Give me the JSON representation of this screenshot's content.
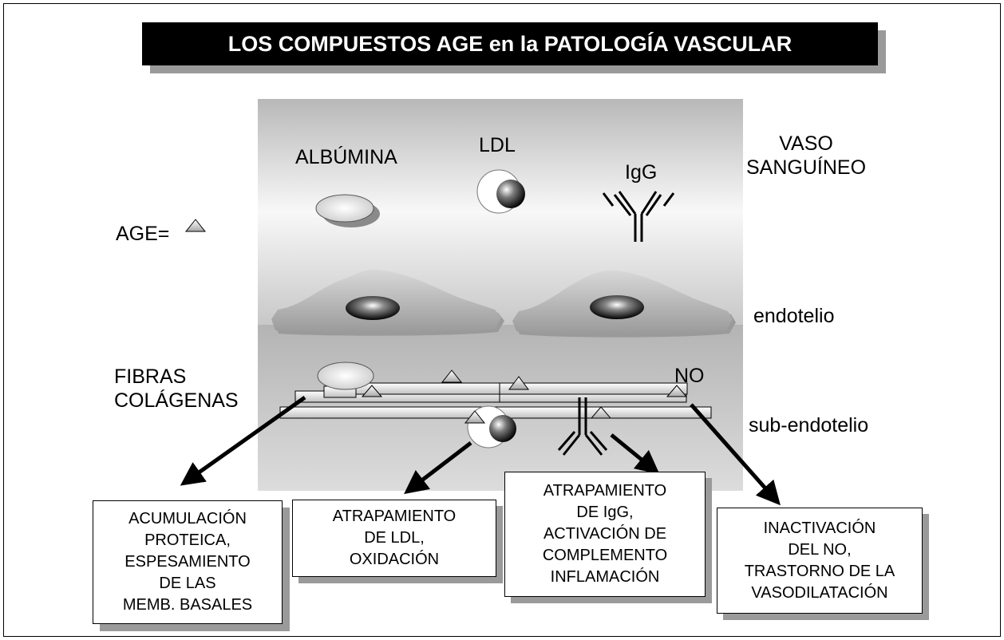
{
  "title": "LOS COMPUESTOS AGE en la PATOLOGÍA VASCULAR",
  "legend": {
    "age_label": "AGE="
  },
  "molecules": {
    "albumin": "ALBÚMINA",
    "ldl": "LDL",
    "igg": "IgG"
  },
  "regions": {
    "vessel": "VASO\nSANGUÍNEO",
    "endothelium": "endotelio",
    "subendothelium": "sub-endotelio"
  },
  "fibers": {
    "label": "FIBRAS\nCOLÁGENAS",
    "no": "NO"
  },
  "effects": {
    "protein": "ACUMULACIÓN\nPROTEICA,\nESPESAMIENTO\nDE LAS\nMEMB. BASALES",
    "ldl": "ATRAPAMIENTO\nDE LDL,\nOXIDACIÓN",
    "igg": "ATRAPAMIENTO\nDE IgG,\nACTIVACIÓN DE\nCOMPLEMENTO\nINFLAMACIÓN",
    "no": "INACTIVACIÓN\nDEL NO,\nTRASTORNO DE LA\nVASODILATACIÓN"
  }
}
